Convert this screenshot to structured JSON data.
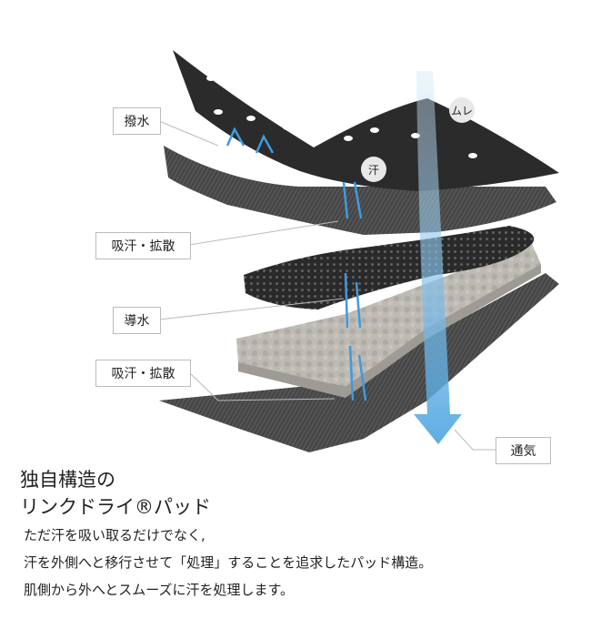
{
  "labels": {
    "water_repellent": "撥水",
    "absorb_spread_1": "吸汗・拡散",
    "water_guide": "導水",
    "absorb_spread_2": "吸汗・拡散",
    "ventilation": "通気"
  },
  "bubbles": {
    "humidity": "ムレ",
    "sweat": "汗"
  },
  "text": {
    "title_line1": "独自構造の",
    "title_line2": "リンクドライ®パッド",
    "body_lines": [
      "ただ汗を吸い取るだけでなく,",
      "汗を外側へと移行させて「処理」することを追求したパッド構造。",
      "肌側から外へとスムーズに汗を処理します。"
    ]
  },
  "colors": {
    "accent": "#4aa3e0",
    "dark": "#2b2b2b",
    "foam": "#b9b6b0"
  }
}
